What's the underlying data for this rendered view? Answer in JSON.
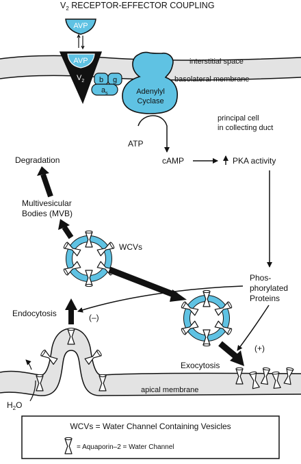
{
  "title": {
    "prefix": "V",
    "sub": "2",
    "rest": " RECEPTOR-EFFECTOR COUPLING"
  },
  "labels": {
    "avp_top": "AVP",
    "avp_bound": "AVP",
    "v2_main": "V",
    "v2_sub": "2",
    "g_beta": "b",
    "g_gamma": "g",
    "g_alpha_main": "a",
    "g_alpha_sub": "s",
    "adenylyl_line1": "Adenylyl",
    "adenylyl_line2": "Cyclase",
    "interstitial_space": "interstitial space",
    "basolateral_membrane": "basolateral membrane",
    "principal_cell_line1": "principal cell",
    "principal_cell_line2": "in collecting duct",
    "atp": "ATP",
    "camp": "cAMP",
    "pka": "PKA activity",
    "degradation": "Degradation",
    "mvb_line1": "Multivesicular",
    "mvb_line2": "Bodies (MVB)",
    "wcvs": "WCVs",
    "phos_line1": "Phos-",
    "phos_line2": "phorylated",
    "phos_line3": "Proteins",
    "endocytosis": "Endocytosis",
    "minus": "(–)",
    "plus": "(+)",
    "exocytosis": "Exocytosis",
    "h2o_main": "H",
    "h2o_sub": "2",
    "h2o_rest": "O",
    "apical_membrane": "apical membrane"
  },
  "legend": {
    "line1": "WCVs = Water Channel Containing Vesicles",
    "line2": "= Aquaporin–2 = Water Channel"
  },
  "colors": {
    "accent_blue": "#5fc2e3",
    "membrane_gray": "#e3e3e3",
    "ink": "#111111"
  }
}
